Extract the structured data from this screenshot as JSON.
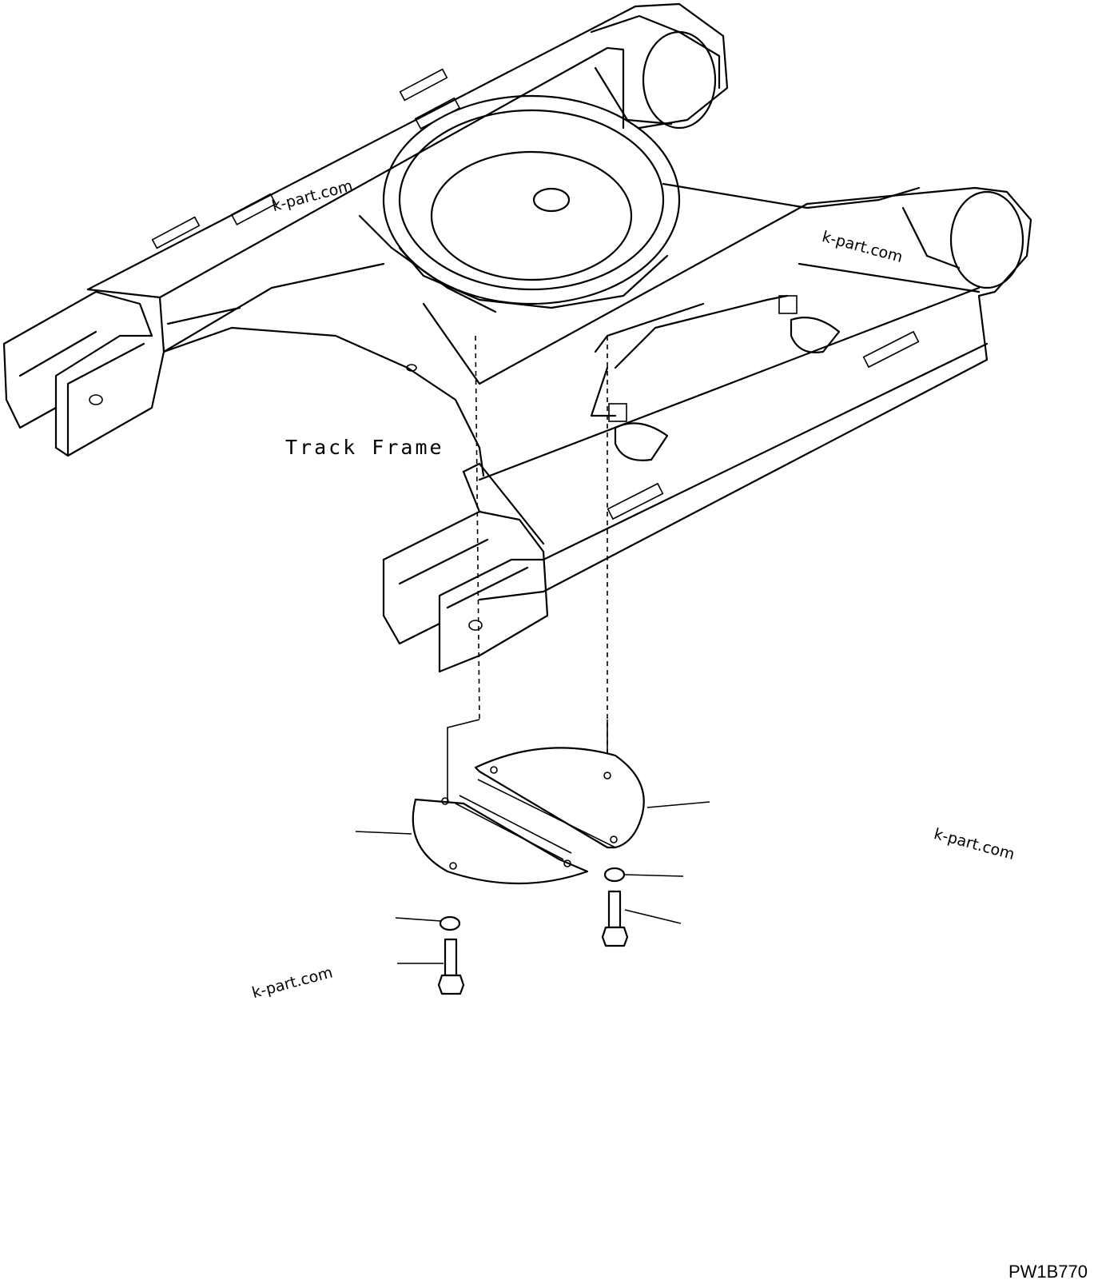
{
  "diagram": {
    "label_track_frame": "Track Frame",
    "drawing_code": "PW1B770",
    "watermarks": [
      "k-part.com",
      "k-part.com",
      "k-part.com",
      "k-part.com"
    ]
  }
}
